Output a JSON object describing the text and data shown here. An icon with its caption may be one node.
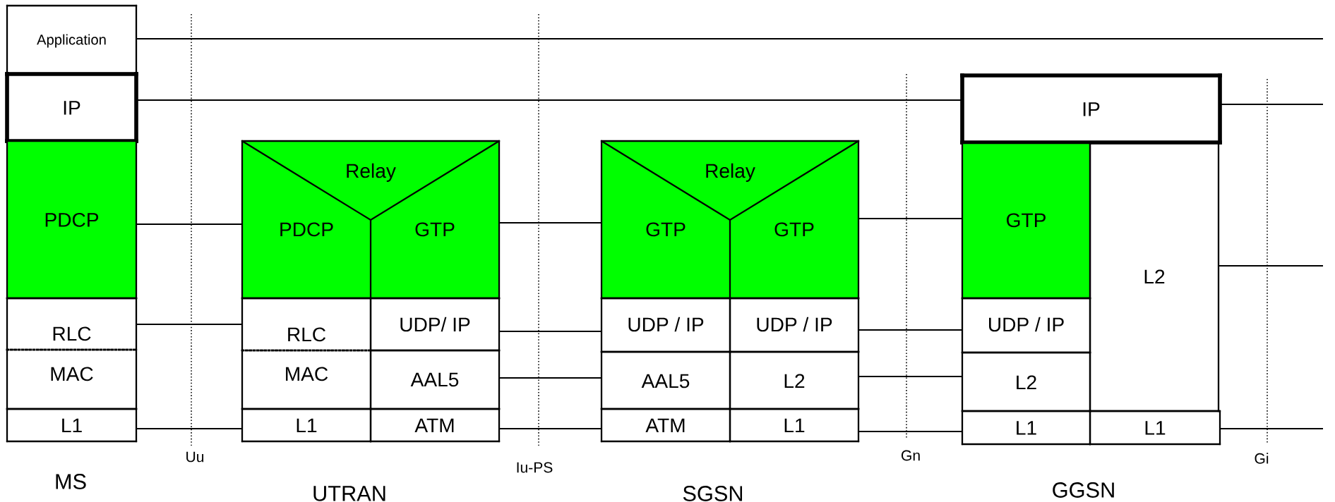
{
  "diagram": {
    "nodes": [
      {
        "text": [
          "Application"
        ]
      },
      {
        "text": [
          "IP"
        ]
      },
      {
        "text": [
          "PDCP"
        ]
      },
      {
        "text": [
          "RLC"
        ]
      },
      {
        "text": [
          "MAC"
        ]
      },
      {
        "text": [
          "L1"
        ]
      },
      {
        "text": [
          "Relay"
        ]
      },
      {
        "text": [
          "PDCP"
        ],
        "in": 6
      },
      {
        "text": [
          "GTP"
        ],
        "in": 6
      },
      {
        "text": [
          "RLC"
        ]
      },
      {
        "text": [
          "MAC"
        ]
      },
      {
        "text": [
          "UDP/ IP"
        ]
      },
      {
        "text": [
          "AAL5"
        ]
      },
      {
        "text": [
          "L1"
        ]
      },
      {
        "text": [
          "ATM"
        ]
      },
      {
        "text": [
          "Relay"
        ]
      },
      {
        "text": [
          "GTP"
        ],
        "in": 15
      },
      {
        "text": [
          "GTP"
        ],
        "in": 15
      },
      {
        "text": [
          "UDP / IP"
        ]
      },
      {
        "text": [
          "UDP / IP"
        ]
      },
      {
        "text": [
          "AAL5"
        ]
      },
      {
        "text": [
          "L2"
        ]
      },
      {
        "text": [
          "ATM"
        ]
      },
      {
        "text": [
          "L1"
        ]
      },
      {
        "text": [
          "IP"
        ]
      },
      {
        "text": [
          "GTP"
        ]
      },
      {
        "text": [
          "L2"
        ]
      },
      {
        "text": [
          "UDP / IP"
        ]
      },
      {
        "text": [
          "L2"
        ]
      },
      {
        "text": [
          "L1"
        ]
      },
      {
        "text": [
          "L1"
        ]
      }
    ],
    "edges": [
      {
        "from": 0,
        "to": null,
        "arrow": "none"
      },
      {
        "from": 1,
        "to": 24,
        "arrow": "none"
      },
      {
        "from": 2,
        "to": 7,
        "arrow": "none"
      },
      {
        "from": 3,
        "to": 9,
        "arrow": "none"
      },
      {
        "from": 5,
        "to": 13,
        "arrow": "none"
      },
      {
        "from": 8,
        "to": 16,
        "arrow": "none"
      },
      {
        "from": 11,
        "to": 18,
        "arrow": "none"
      },
      {
        "from": 12,
        "to": 20,
        "arrow": "none"
      },
      {
        "from": 14,
        "to": 22,
        "arrow": "none"
      },
      {
        "from": 17,
        "to": 25,
        "arrow": "none"
      },
      {
        "from": 19,
        "to": 27,
        "arrow": "none"
      },
      {
        "from": 21,
        "to": 28,
        "arrow": "none"
      },
      {
        "from": 23,
        "to": 29,
        "arrow": "none"
      },
      {
        "from": 24,
        "to": null,
        "arrow": "none"
      },
      {
        "from": 26,
        "to": null,
        "arrow": "none"
      },
      {
        "from": 30,
        "to": null,
        "arrow": "none"
      }
    ],
    "labels": [
      "Uu",
      "Iu-PS",
      "Gn",
      "Gi",
      "MS",
      "UTRAN",
      "SGSN",
      "GGSN"
    ]
  }
}
